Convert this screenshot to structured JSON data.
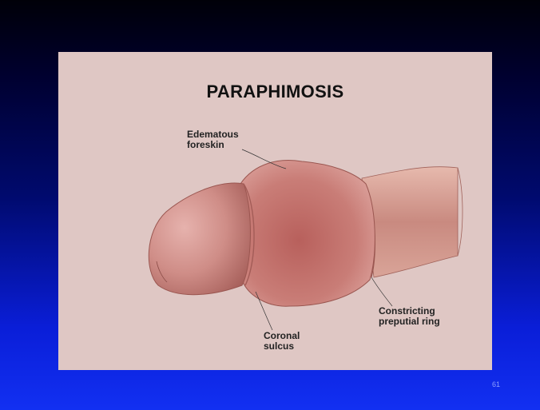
{
  "slide": {
    "title": "PARAPHIMOSIS",
    "page_number": "61"
  },
  "diagram": {
    "labels": {
      "edematous_foreskin": [
        "Edematous",
        "foreskin"
      ],
      "coronal_sulcus": [
        "Coronal",
        "sulcus"
      ],
      "constricting_ring": [
        "Constricting",
        "preputial ring"
      ]
    },
    "colors": {
      "background_panel": "#dfc7c4",
      "tissue": "#c9837e",
      "tissue_dark": "#a85a56",
      "shaft": "#d9a395"
    }
  }
}
